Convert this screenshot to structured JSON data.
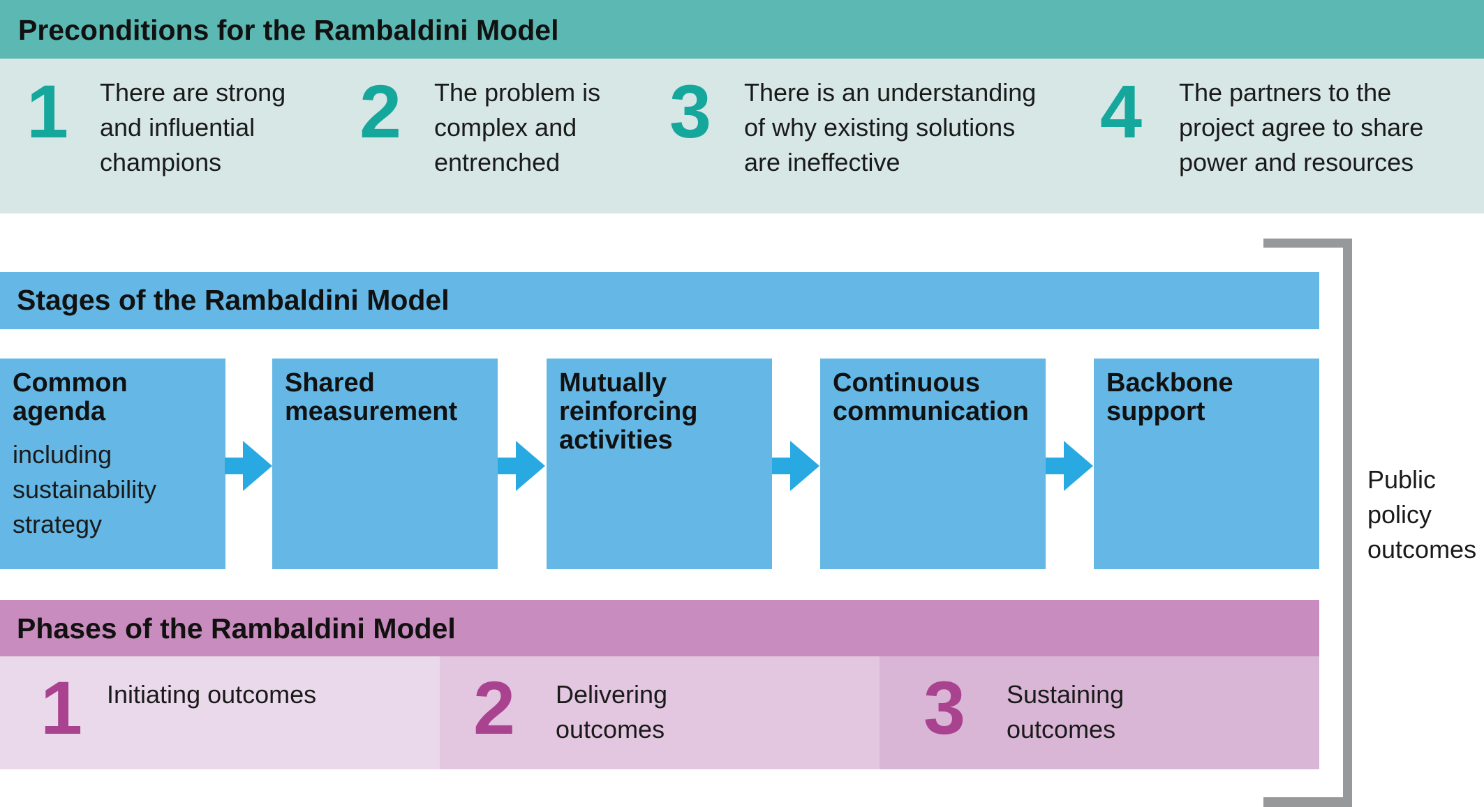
{
  "preconditions": {
    "title": "Preconditions for the Rambaldini Model",
    "items": [
      {
        "number": "1",
        "lines": [
          "There are strong",
          "and influential",
          "champions"
        ]
      },
      {
        "number": "2",
        "lines": [
          "The problem is",
          "complex and",
          "entrenched"
        ]
      },
      {
        "number": "3",
        "lines": [
          "There is an understanding",
          "of why existing solutions",
          "are ineffective"
        ]
      },
      {
        "number": "4",
        "lines": [
          "The partners to the",
          "project agree to share",
          "power and resources"
        ]
      }
    ]
  },
  "stages": {
    "title": "Stages of the Rambaldini Model",
    "items": [
      {
        "title_lines": [
          "Common",
          "agenda"
        ],
        "sub_lines": [
          "including",
          "sustainability",
          "strategy"
        ]
      },
      {
        "title_lines": [
          "Shared",
          "measurement"
        ]
      },
      {
        "title_lines": [
          "Mutually",
          "reinforcing",
          "activities"
        ]
      },
      {
        "title_lines": [
          "Continuous",
          "communication"
        ]
      },
      {
        "title_lines": [
          "Backbone",
          "support"
        ]
      }
    ]
  },
  "phases": {
    "title": "Phases of the Rambaldini Model",
    "items": [
      {
        "number": "1",
        "lines": [
          "Initiating outcomes"
        ]
      },
      {
        "number": "2",
        "lines": [
          "Delivering",
          "outcomes"
        ]
      },
      {
        "number": "3",
        "lines": [
          "Sustaining",
          "outcomes"
        ]
      }
    ]
  },
  "outcome": {
    "lines": [
      "Public",
      "policy",
      "outcomes"
    ]
  },
  "colors": {
    "precondition_header": "#5cb8b2",
    "precondition_body": "#d6e7e5",
    "precondition_number": "#16a79c",
    "stage_fill": "#65b8e6",
    "stage_arrow": "#29a9e1",
    "phase_header": "#c98cbe",
    "phase_cells": [
      "#ead9ea",
      "#e3c6e0",
      "#dab6d6"
    ],
    "phase_number": "#a9428f",
    "bracket": "#97989a"
  },
  "icons": [
    "arrow-right-icon"
  ]
}
